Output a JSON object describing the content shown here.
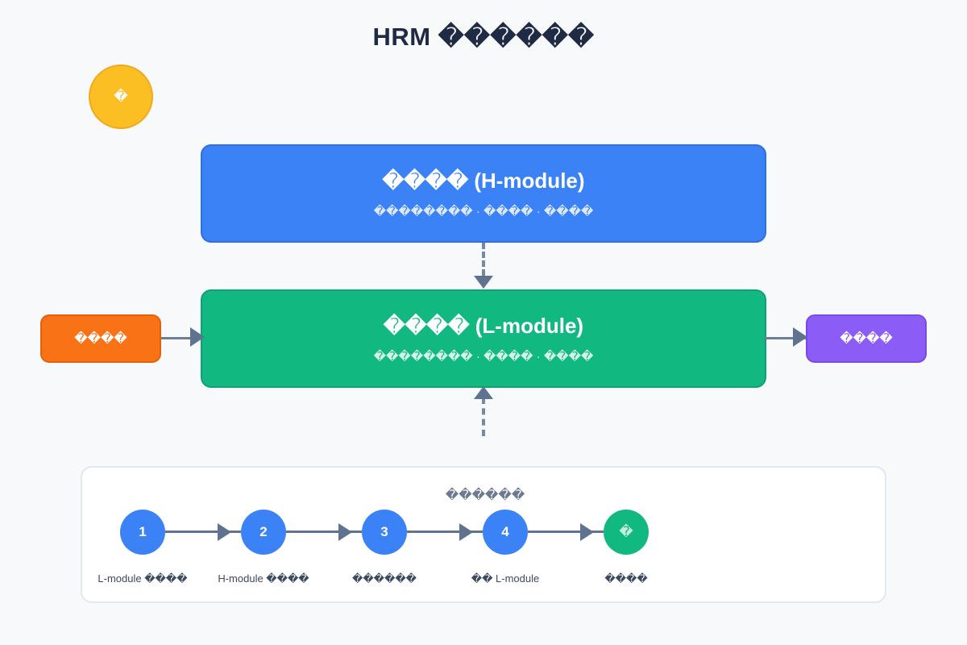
{
  "page": {
    "title": "HRM ������",
    "background_color": "#f7f9fb"
  },
  "badge": {
    "label": "�",
    "color": "#fbbf24"
  },
  "modules": {
    "high": {
      "title": "���� (H-module)",
      "subtitle": "�������� · ���� · ����",
      "color": "#3b82f6",
      "border_color": "#2f6fe0"
    },
    "low": {
      "title": "���� (L-module)",
      "subtitle": "�������� · ���� · ����",
      "color": "#11b981",
      "border_color": "#0ea271"
    }
  },
  "io": {
    "input": {
      "label": "����",
      "color": "#f97316"
    },
    "output": {
      "label": "����",
      "color": "#8b5cf6"
    }
  },
  "connectors": {
    "line_color": "#5f7390",
    "dashed_color": "#7489a3"
  },
  "timeline": {
    "heading": "������",
    "steps": [
      {
        "marker": "1",
        "label": "L-module ����",
        "color": "#3b82f6"
      },
      {
        "marker": "2",
        "label": "H-module ����",
        "color": "#3b82f6"
      },
      {
        "marker": "3",
        "label": "������",
        "color": "#3b82f6"
      },
      {
        "marker": "4",
        "label": "�� L-module",
        "color": "#3b82f6"
      },
      {
        "marker": "�",
        "label": "����",
        "color": "#11b981"
      }
    ]
  }
}
